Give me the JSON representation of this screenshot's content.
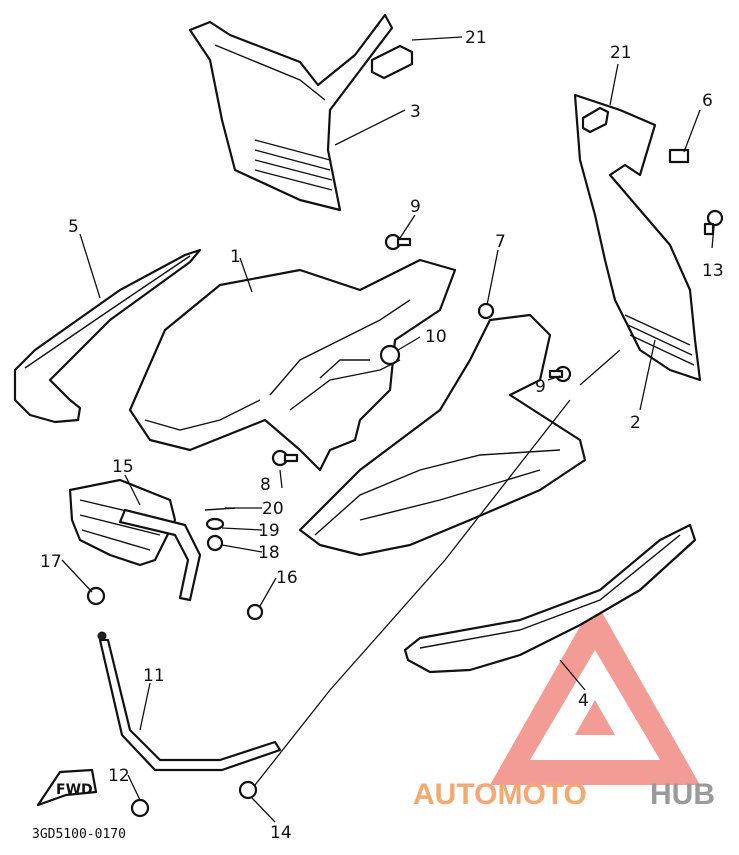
{
  "diagram_code": "3GD5100-0170",
  "fwd_label": "FWD",
  "watermark": {
    "word_1": "AUTOMOTO",
    "word_2": "HUB",
    "color_1": "#f4a872",
    "color_2": "#9a9a9a",
    "triangle_color": "#ef7b72"
  },
  "callouts": {
    "c1": "1",
    "c2": "2",
    "c3": "3",
    "c4": "4",
    "c5": "5",
    "c6": "6",
    "c7": "7",
    "c8": "8",
    "c9a": "9",
    "c9b": "9",
    "c10": "10",
    "c11": "11",
    "c12": "12",
    "c13": "13",
    "c14": "14",
    "c15": "15",
    "c16": "16",
    "c17": "17",
    "c18": "18",
    "c19": "19",
    "c20": "20",
    "c21a": "21",
    "c21b": "21"
  }
}
